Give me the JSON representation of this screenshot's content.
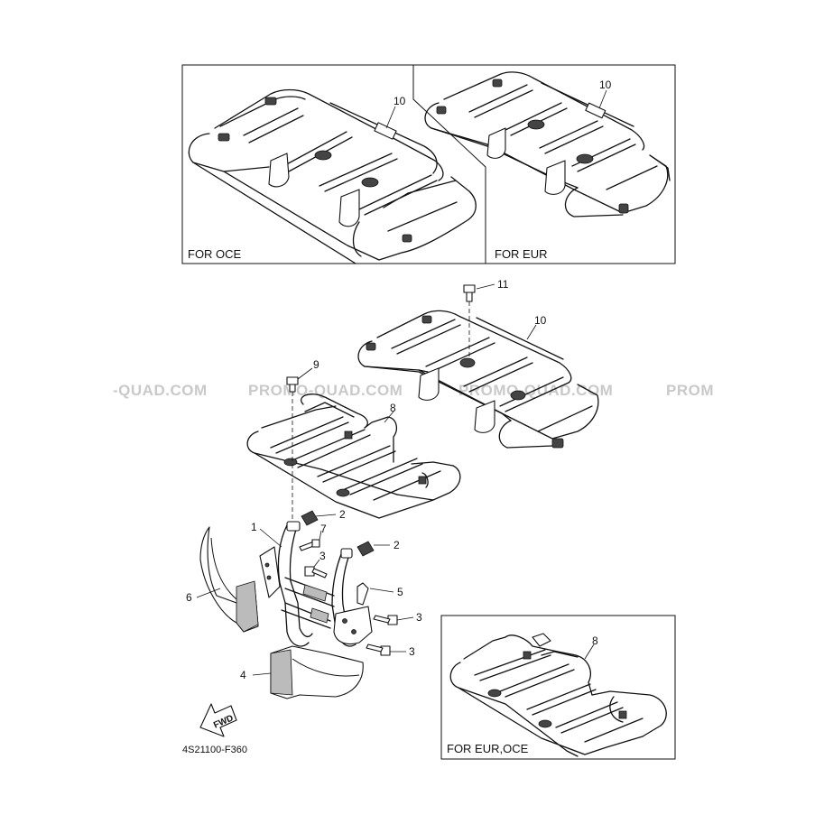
{
  "diagram_code": "4S21100-F360",
  "fwd_label": "FWD",
  "watermark": [
    "-QUAD.COM",
    "PROMO-QUAD.COM",
    "PROMO-QUAD.COM",
    "PROM"
  ],
  "inset_boxes": {
    "top_left": {
      "label": "FOR OCE",
      "part_number": "10"
    },
    "top_right": {
      "label": "FOR EUR",
      "part_number": "10"
    },
    "bottom_right": {
      "label": "FOR EUR,OCE",
      "part_number": "8"
    }
  },
  "callouts": {
    "c1": "1",
    "c2a": "2",
    "c2b": "2",
    "c3a": "3",
    "c3b": "3",
    "c3c": "3",
    "c4": "4",
    "c5": "5",
    "c6": "6",
    "c7": "7",
    "c8": "8",
    "c9": "9",
    "c10": "10",
    "c11": "11"
  }
}
